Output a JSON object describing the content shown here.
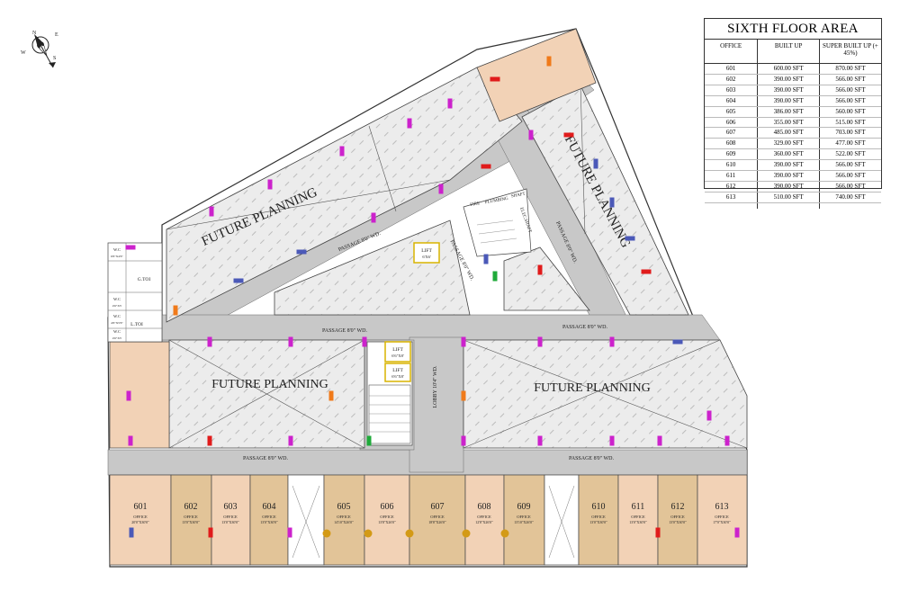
{
  "area_table": {
    "title": "SIXTH FLOOR AREA",
    "headers": [
      "OFFICE",
      "BUILT UP",
      "SUPER BUILT UP (+ 45%)"
    ],
    "rows": [
      [
        "601",
        "600.00 SFT",
        "870.00 SFT"
      ],
      [
        "602",
        "390.00 SFT",
        "566.00 SFT"
      ],
      [
        "603",
        "390.00 SFT",
        "566.00 SFT"
      ],
      [
        "604",
        "390.00 SFT",
        "566.00 SFT"
      ],
      [
        "605",
        "386.00 SFT",
        "560.00 SFT"
      ],
      [
        "606",
        "355.00 SFT",
        "515.00 SFT"
      ],
      [
        "607",
        "485.00 SFT",
        "703.00 SFT"
      ],
      [
        "608",
        "329.00 SFT",
        "477.00 SFT"
      ],
      [
        "609",
        "360.00 SFT",
        "522.00 SFT"
      ],
      [
        "610",
        "390.00 SFT",
        "566.00 SFT"
      ],
      [
        "611",
        "390.00 SFT",
        "566.00 SFT"
      ],
      [
        "612",
        "390.00 SFT",
        "566.00 SFT"
      ],
      [
        "613",
        "510.00 SFT",
        "740.00 SFT"
      ]
    ]
  },
  "zones": {
    "future_planning_top": "FUTURE PLANNING",
    "future_planning_right": "FUTURE PLANNING",
    "future_planning_mid_left": "FUTURE PLANNING",
    "future_planning_mid_right": "FUTURE PLANNING"
  },
  "passages": {
    "top_diagonal": "PASSAGE 8'0\" WD.",
    "vertical_center": "PASSAGE 8'0\" WD.",
    "right_vertical": "PASSAGE 8'0\" WD.",
    "mid_left": "PASSAGE 8'0\" WD.",
    "mid_right": "PASSAGE 8'0\" WD.",
    "bottom_left": "PASSAGE 8'0\" WD.",
    "bottom_right": "PASSAGE 8'0\" WD.",
    "lobby": "LOBBY 10'4\" WD."
  },
  "services": {
    "lift_top": "LIFT",
    "lift_top_size": "6'X6'",
    "lift_center_1": "LIFT",
    "lift_center_1_size": "6'6\"X8'",
    "lift_center_2": "LIFT",
    "lift_center_2_size": "6'6\"X8'",
    "fire_shaft": "FIRE",
    "plumbing_shaft": "PLUMBING",
    "shaft": "SHAFT",
    "elec_shaft": "ELEC.SHAFT",
    "g_toilet": "G.TOI",
    "l_toilet": "L.TOI",
    "wc": "W.C",
    "wc_size_1": "6'6\"X4'6\"",
    "wc_size_2": "4'6\"X5'",
    "wc_size_3": "4'6\"X5'6\"",
    "wc_size_4": "4'6\"X5'"
  },
  "offices": [
    {
      "no": "601",
      "label": "OFFICE",
      "size": "20'0\"X30'0\""
    },
    {
      "no": "602",
      "label": "OFFICE",
      "size": "13'0\"X30'0\""
    },
    {
      "no": "603",
      "label": "OFFICE",
      "size": "13'0\"X30'0\""
    },
    {
      "no": "604",
      "label": "OFFICE",
      "size": "13'0\"X30'0\""
    },
    {
      "no": "605",
      "label": "OFFICE",
      "size": "14'10\"X26'0\""
    },
    {
      "no": "606",
      "label": "OFFICE",
      "size": "13'8\"X26'0\""
    },
    {
      "no": "607",
      "label": "OFFICE",
      "size": "18'8\"X26'0\""
    },
    {
      "no": "608",
      "label": "OFFICE",
      "size": "12'8\"X26'0\""
    },
    {
      "no": "609",
      "label": "OFFICE",
      "size": "13'10\"X26'0\""
    },
    {
      "no": "610",
      "label": "OFFICE",
      "size": "13'0\"X30'0\""
    },
    {
      "no": "611",
      "label": "OFFICE",
      "size": "13'0\"X30'0\""
    },
    {
      "no": "612",
      "label": "OFFICE",
      "size": "13'0\"X30'0\""
    },
    {
      "no": "613",
      "label": "OFFICE",
      "size": "17'0\"X30'0\""
    }
  ],
  "compass": {
    "north": "N",
    "east": "E",
    "south": "S",
    "west": "W"
  },
  "colors": {
    "office_fill": "#f2d2b6",
    "office_dark_fill": "#e2c498",
    "passage_fill": "#c8c8c8",
    "future_fill": "#ececec",
    "hatch": "#a8a8a8",
    "magenta_marker": "#cc22cc",
    "red_marker": "#e01b1b",
    "blue_marker": "#4b59b8",
    "orange_marker": "#f07a1a",
    "green_marker": "#1faa3a",
    "gold_marker": "#d39a16"
  }
}
